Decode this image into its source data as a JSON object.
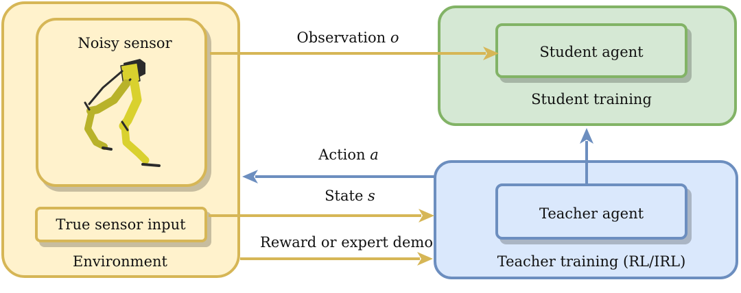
{
  "environment": {
    "label": "Environment",
    "noisy_sensor_label": "Noisy sensor",
    "true_sensor_label": "True sensor input"
  },
  "student": {
    "agent_label": "Student agent",
    "training_label": "Student training"
  },
  "teacher": {
    "agent_label": "Teacher agent",
    "training_label": "Teacher training (RL/IRL)"
  },
  "edges": {
    "observation": {
      "text": "Observation ",
      "symbol": "o"
    },
    "action": {
      "text": "Action ",
      "symbol": "a"
    },
    "state": {
      "text": "State ",
      "symbol": "s"
    },
    "reward": {
      "text": "Reward or expert demo"
    }
  },
  "colors": {
    "yellow_fill": "#fff2cc",
    "yellow_stroke": "#d6b656",
    "green_fill": "#d5e8d4",
    "green_stroke": "#82b366",
    "blue_fill": "#dae8fc",
    "blue_stroke": "#6c8ebf",
    "robot_body": "#d9d12e"
  },
  "icons": {
    "robot": "bipedal-robot-icon"
  }
}
